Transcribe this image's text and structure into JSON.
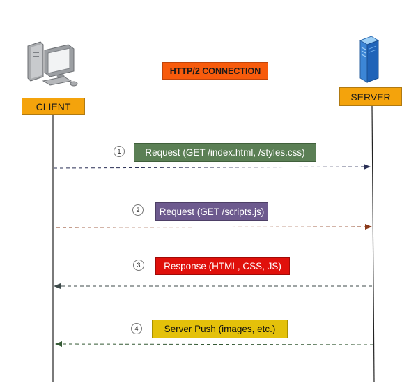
{
  "title": "HTTP/2 CONNECTION",
  "actors": {
    "client": {
      "label": "CLIENT",
      "icon": "desktop-computer-icon"
    },
    "server": {
      "label": "SERVER",
      "icon": "server-tower-icon"
    }
  },
  "messages": [
    {
      "step": "1",
      "label": "Request (GET /index.html, /styles.css)",
      "direction": "client-to-server",
      "color": "#5b7f55"
    },
    {
      "step": "2",
      "label": "Request (GET /scripts.js)",
      "direction": "client-to-server",
      "color": "#6d5a8e"
    },
    {
      "step": "3",
      "label": "Response (HTML, CSS, JS)",
      "direction": "server-to-client",
      "color": "#e0100b"
    },
    {
      "step": "4",
      "label": "Server Push (images, etc.)",
      "direction": "server-to-client",
      "color": "#e4c10a"
    }
  ]
}
